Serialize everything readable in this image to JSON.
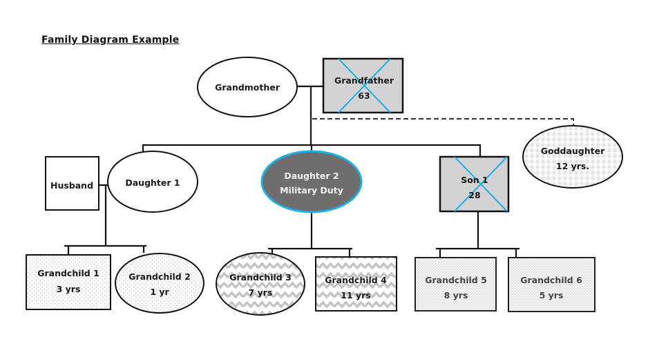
{
  "title": "Family Diagram Example",
  "colors": {
    "line": "#111111",
    "deceased_fill": "#d3d3d3",
    "deceased_cross": "#1ab0e8",
    "highlight_fill": "#6e6e6e",
    "highlight_stroke": "#1ab0e8"
  },
  "people": {
    "grandmother": {
      "line1": "Grandmother",
      "line2": ""
    },
    "grandfather": {
      "line1": "Grandfather",
      "line2": "63",
      "deceased": true
    },
    "goddaughter": {
      "line1": "Goddaughter",
      "line2": "12 yrs."
    },
    "husband": {
      "line1": "Husband",
      "line2": ""
    },
    "daughter1": {
      "line1": "Daughter 1",
      "line2": ""
    },
    "daughter2": {
      "line1": "Daughter 2",
      "line2": "Military Duty"
    },
    "son1": {
      "line1": "Son 1",
      "line2": "28",
      "deceased": true
    },
    "grandchild1": {
      "line1": "Grandchild 1",
      "line2": "3 yrs"
    },
    "grandchild2": {
      "line1": "Grandchild 2",
      "line2": "1 yr"
    },
    "grandchild3": {
      "line1": "Grandchild 3",
      "line2": "7 yrs"
    },
    "grandchild4": {
      "line1": "Grandchild 4",
      "line2": "11 yrs"
    },
    "grandchild5": {
      "line1": "Grandchild 5",
      "line2": "8 yrs"
    },
    "grandchild6": {
      "line1": "Grandchild 6",
      "line2": "5 yrs"
    }
  }
}
